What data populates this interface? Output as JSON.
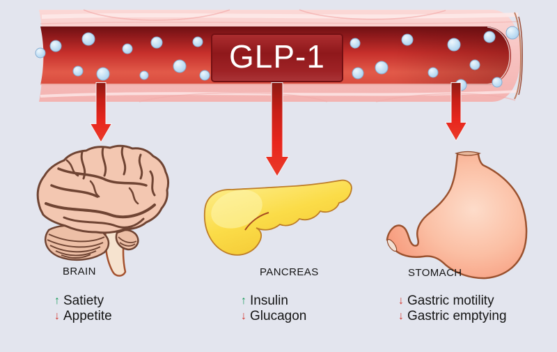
{
  "background_color": "#e3e5ee",
  "text_color": "#141414",
  "vessel": {
    "label": "GLP-1",
    "box_color": "#9e2023",
    "box_border_color": "#731013",
    "label_text_color": "#ffffff",
    "wall_color": "#f8c9c7",
    "blood_dark_color": "#6f1013",
    "blood_bright_color": "#e25a49",
    "molecule_color": "#c3e0f5",
    "molecule_name": "glp1-molecule"
  },
  "flow_arrow_color": "#e0251c",
  "increase_color": "#169b59",
  "decrease_color": "#d4362e",
  "sections": [
    {
      "organ": "brain",
      "organ_label": "BRAIN",
      "effects": [
        {
          "arrow": "↑",
          "direction": "up",
          "label": "Satiety",
          "color": "#169b59"
        },
        {
          "arrow": "↓",
          "direction": "down",
          "label": "Appetite",
          "color": "#d4362e"
        }
      ]
    },
    {
      "organ": "pancreas",
      "organ_label": "PANCREAS",
      "effects": [
        {
          "arrow": "↑",
          "direction": "up",
          "label": "Insulin",
          "color": "#169b59"
        },
        {
          "arrow": "↓",
          "direction": "down",
          "label": "Glucagon",
          "color": "#d4362e"
        }
      ]
    },
    {
      "organ": "stomach",
      "organ_label": "STOMACH",
      "effects": [
        {
          "arrow": "↓",
          "direction": "down",
          "label": "Gastric motility",
          "color": "#d4362e"
        },
        {
          "arrow": "↓",
          "direction": "down",
          "label": "Gastric emptying",
          "color": "#d4362e"
        }
      ]
    }
  ]
}
